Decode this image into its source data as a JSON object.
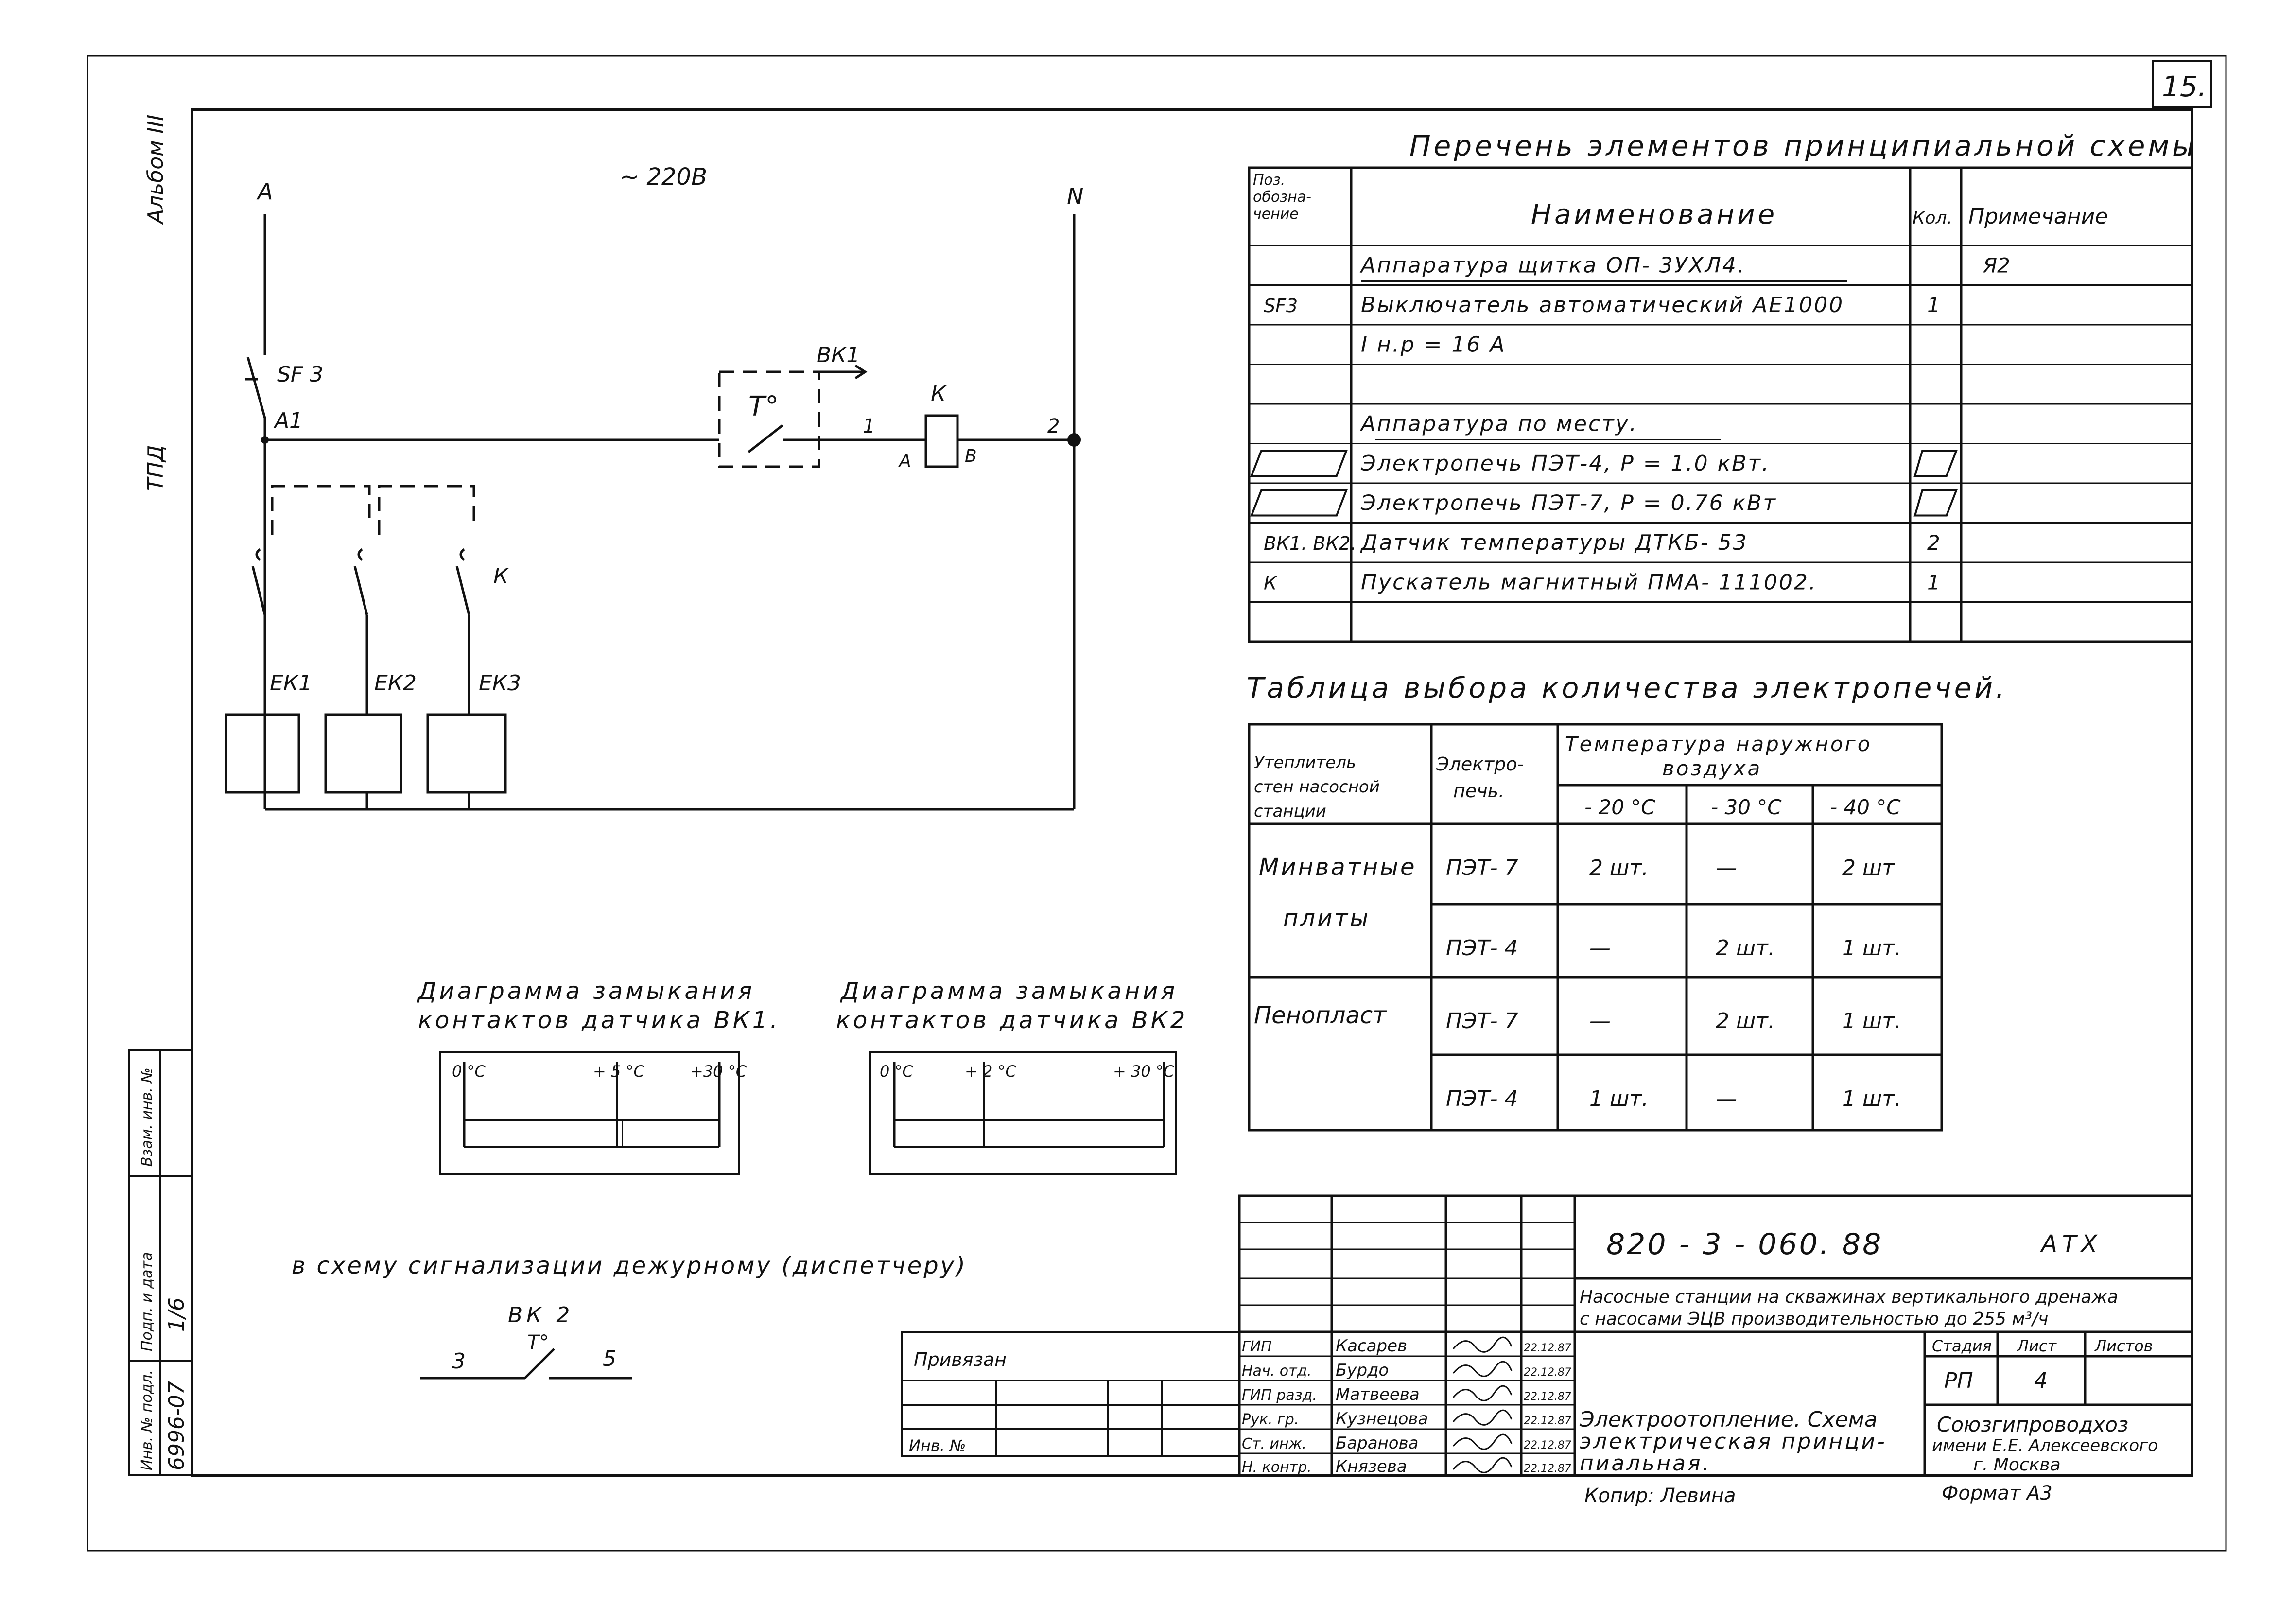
{
  "sheet": {
    "page_number": "15.",
    "album": "Альбом III",
    "series": "ТПД"
  },
  "scheme": {
    "voltage": "~ 220В",
    "phase": "А",
    "neutral": "N",
    "breaker": "SF 3",
    "node_a1": "А1",
    "sensor": "ВК1",
    "thermo_symbol": "T°",
    "wire_1": "1",
    "wire_2": "2",
    "coil": "К",
    "coil_a": "А",
    "coil_b": "В",
    "contact_k": "К",
    "heaters": [
      "ЕК1",
      "ЕК2",
      "ЕК3"
    ]
  },
  "elements": {
    "title": "Перечень элементов принципиальной схемы",
    "headers": [
      "Поз. обозна- чение",
      "Наименование",
      "Кол.",
      "Примечание"
    ],
    "rows": [
      {
        "pos": "",
        "name": "Аппаратура щитка ОП- 3УХЛ4.",
        "qty": "",
        "note": "Я2"
      },
      {
        "pos": "SF3",
        "name": "Выключатель автоматический АЕ1000",
        "qty": "1",
        "note": ""
      },
      {
        "pos": "",
        "name": "I н.р = 16 А",
        "qty": "",
        "note": ""
      },
      {
        "pos": "",
        "name": "",
        "qty": "",
        "note": ""
      },
      {
        "pos": "",
        "name": "Аппаратура по месту.",
        "qty": "",
        "note": ""
      },
      {
        "pos": "",
        "name": "Электропечь ПЭТ-4, Р = 1.0 кВт.",
        "qty": "",
        "note": ""
      },
      {
        "pos": "",
        "name": "Электропечь ПЭТ-7, Р = 0.76 кВт",
        "qty": "",
        "note": ""
      },
      {
        "pos": "ВК1. ВК2.",
        "name": "Датчик температуры ДТКБ- 53",
        "qty": "2",
        "note": ""
      },
      {
        "pos": "К",
        "name": "Пускатель магнитный ПМА- 111002.",
        "qty": "1",
        "note": ""
      },
      {
        "pos": "",
        "name": "",
        "qty": "",
        "note": ""
      }
    ]
  },
  "heaters_table": {
    "title": "Таблица выбора количества электропечей.",
    "col_insulation": "Утеплитель стен насосной станции",
    "col_heater": "Электро- печь.",
    "col_temp_group": "Температура наружного воздуха",
    "temps": [
      "- 20 °С",
      "- 30 °С",
      "- 40 °С"
    ],
    "groups": [
      {
        "name": "Минватные плиты",
        "rows": [
          {
            "heater": "ПЭТ- 7",
            "values": [
              "2 шт.",
              "—",
              "2 шт"
            ]
          },
          {
            "heater": "ПЭТ- 4",
            "values": [
              "—",
              "2 шт.",
              "1 шт."
            ]
          }
        ]
      },
      {
        "name": "Пенопласт",
        "rows": [
          {
            "heater": "ПЭТ- 7",
            "values": [
              "—",
              "2 шт.",
              "1 шт."
            ]
          },
          {
            "heater": "ПЭТ- 4",
            "values": [
              "1 шт.",
              "—",
              "1 шт."
            ]
          }
        ]
      }
    ]
  },
  "diagrams": [
    {
      "title_1": "Диаграмма замыкания",
      "title_2": "контактов датчика ВК1.",
      "t0": "0 °С",
      "t1": "+ 5 °С",
      "t2": "+30 °С",
      "closed_fraction": 0.62
    },
    {
      "title_1": "Диаграмма замыкания",
      "title_2": "контактов датчика ВК2",
      "t0": "0 °С",
      "t1": "+ 2 °С",
      "t2": "+ 30 °С",
      "closed_fraction": 0.33
    }
  ],
  "signal": {
    "text": "в схему сигнализации дежурному (диспетчеру)",
    "sensor": "ВК 2",
    "thermo": "T°",
    "left": "3",
    "right": "5"
  },
  "left_strip": {
    "labels": [
      "Взам. инв. №",
      "Подп. и дата",
      "Инв. № подл."
    ],
    "values": [
      "",
      "1/6",
      "6996-07"
    ]
  },
  "stamp": {
    "project_code": "820 - 3 - 060. 88",
    "mark": "АТХ",
    "description_1": "Насосные станции на скважинах вертикального дренажа",
    "description_2": "с насосами ЭЦВ производительностью до 255 м³/ч",
    "stage_header": "Стадия",
    "sheet_header": "Лист",
    "sheets_header": "Листов",
    "stage": "РП",
    "sheet": "4",
    "sheets": "",
    "drawing_title_1": "Электроотопление. Схема",
    "drawing_title_2": "электрическая принци-",
    "drawing_title_3": "пиальная.",
    "org_1": "Союзгипроводхоз",
    "org_2": "имени Е.Е. Алексеевского",
    "org_3": "г. Москва",
    "roles": [
      "ГИП",
      "Нач. отд.",
      "ГИП разд.",
      "Рук. гр.",
      "Ст. инж.",
      "Н. контр."
    ],
    "names": [
      "Касарев",
      "Бурдо",
      "Матвеева",
      "Кузнецова",
      "Баранова",
      "Князева"
    ],
    "dates": [
      "22.12.87",
      "22.12.87",
      "22.12.87",
      "22.12.87",
      "22.12.87",
      "22.12.87"
    ],
    "copied": "Копир: Левина",
    "format": "Формат А3",
    "bound": "Привязан",
    "inv": "Инв. №"
  }
}
